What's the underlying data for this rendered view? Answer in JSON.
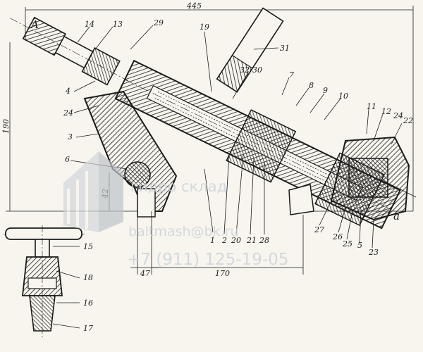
{
  "drawing": {
    "part_labels": [
      "1",
      "2",
      "3",
      "4",
      "5",
      "6",
      "7",
      "8",
      "9",
      "10",
      "11",
      "12",
      "13",
      "14",
      "15",
      "16",
      "17",
      "18",
      "19",
      "20",
      "21",
      "22",
      "23",
      "24",
      "25",
      "26",
      "27",
      "28",
      "29",
      "30",
      "31",
      "32"
    ],
    "letters": [
      "A",
      "a"
    ],
    "dimensions": [
      "445",
      "190",
      "42",
      "47",
      "170"
    ]
  },
  "watermark": {
    "brand": "гидро склад",
    "email": "baltmash@bk.ru",
    "phone": "+7 (911) 125-19-05"
  },
  "colors": {
    "ink": "#1b1b1b",
    "paper": "#f7f5ee",
    "watermark": "#cfd4d9"
  }
}
